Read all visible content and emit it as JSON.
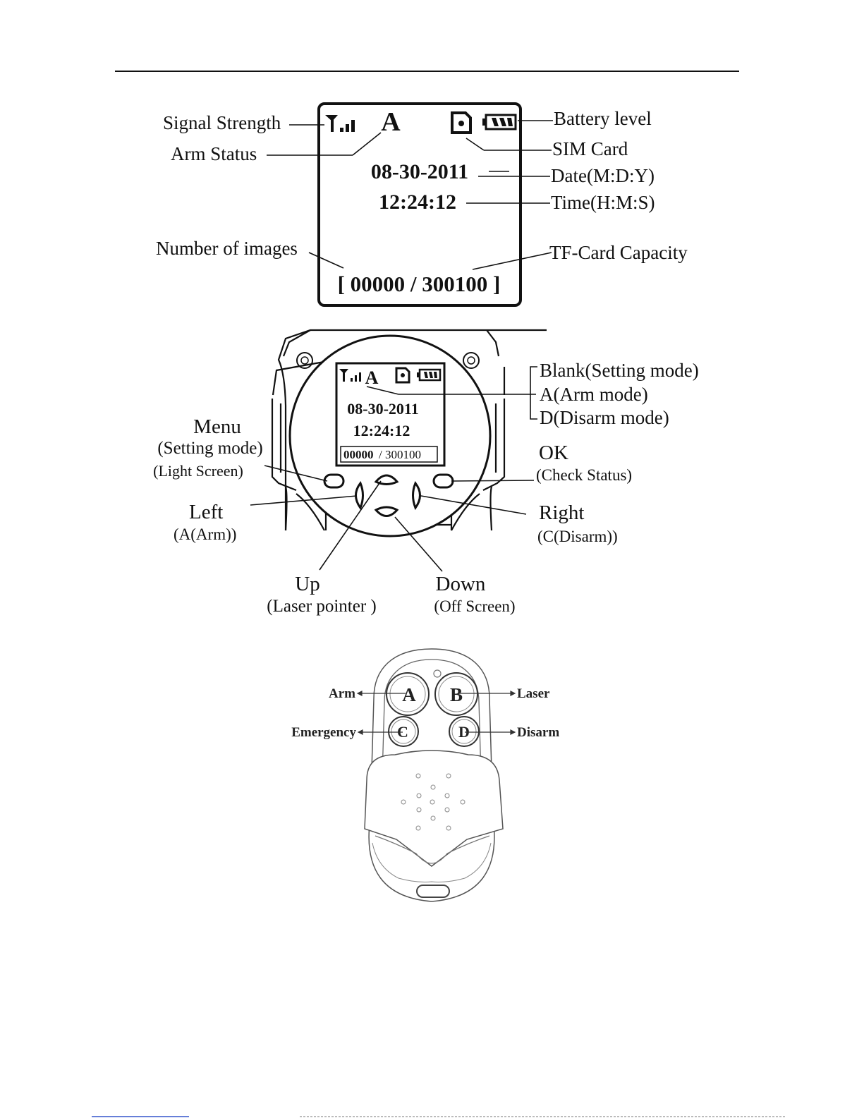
{
  "lcd_diagram": {
    "arm_letter": "A",
    "date": "08-30-2011",
    "time": "12:24:12",
    "counter": "[ 00000 / 300100 ]",
    "labels": {
      "signal_strength": "Signal Strength",
      "arm_status": "Arm Status",
      "battery_level": "Battery level",
      "sim_card": "SIM Card",
      "date_format": "Date(M:D:Y)",
      "time_format": "Time(H:M:S)",
      "number_of_images": "Number of images",
      "tf_card_capacity": "TF-Card Capacity"
    }
  },
  "device_diagram": {
    "screen": {
      "arm_letter": "A",
      "date": "08-30-2011",
      "time": "12:24:12",
      "counter_images": "00000",
      "counter_capacity": "/ 300100"
    },
    "modes": [
      "Blank(Setting mode)",
      "A(Arm mode)",
      "D(Disarm mode)"
    ],
    "buttons": {
      "menu": {
        "title": "Menu",
        "sub1": "(Setting mode)",
        "sub2": "(Light Screen)"
      },
      "ok": {
        "title": "OK",
        "sub": "(Check Status)"
      },
      "left": {
        "title": "Left",
        "sub": "(A(Arm))"
      },
      "right": {
        "title": "Right",
        "sub": "(C(Disarm))"
      },
      "up": {
        "title": "Up",
        "sub": "(Laser pointer )"
      },
      "down": {
        "title": "Down",
        "sub": "(Off Screen)"
      }
    }
  },
  "remote": {
    "buttons": [
      {
        "key": "A",
        "label": "Arm"
      },
      {
        "key": "B",
        "label": "Laser"
      },
      {
        "key": "C",
        "label": "Emergency"
      },
      {
        "key": "D",
        "label": "Disarm"
      }
    ]
  }
}
